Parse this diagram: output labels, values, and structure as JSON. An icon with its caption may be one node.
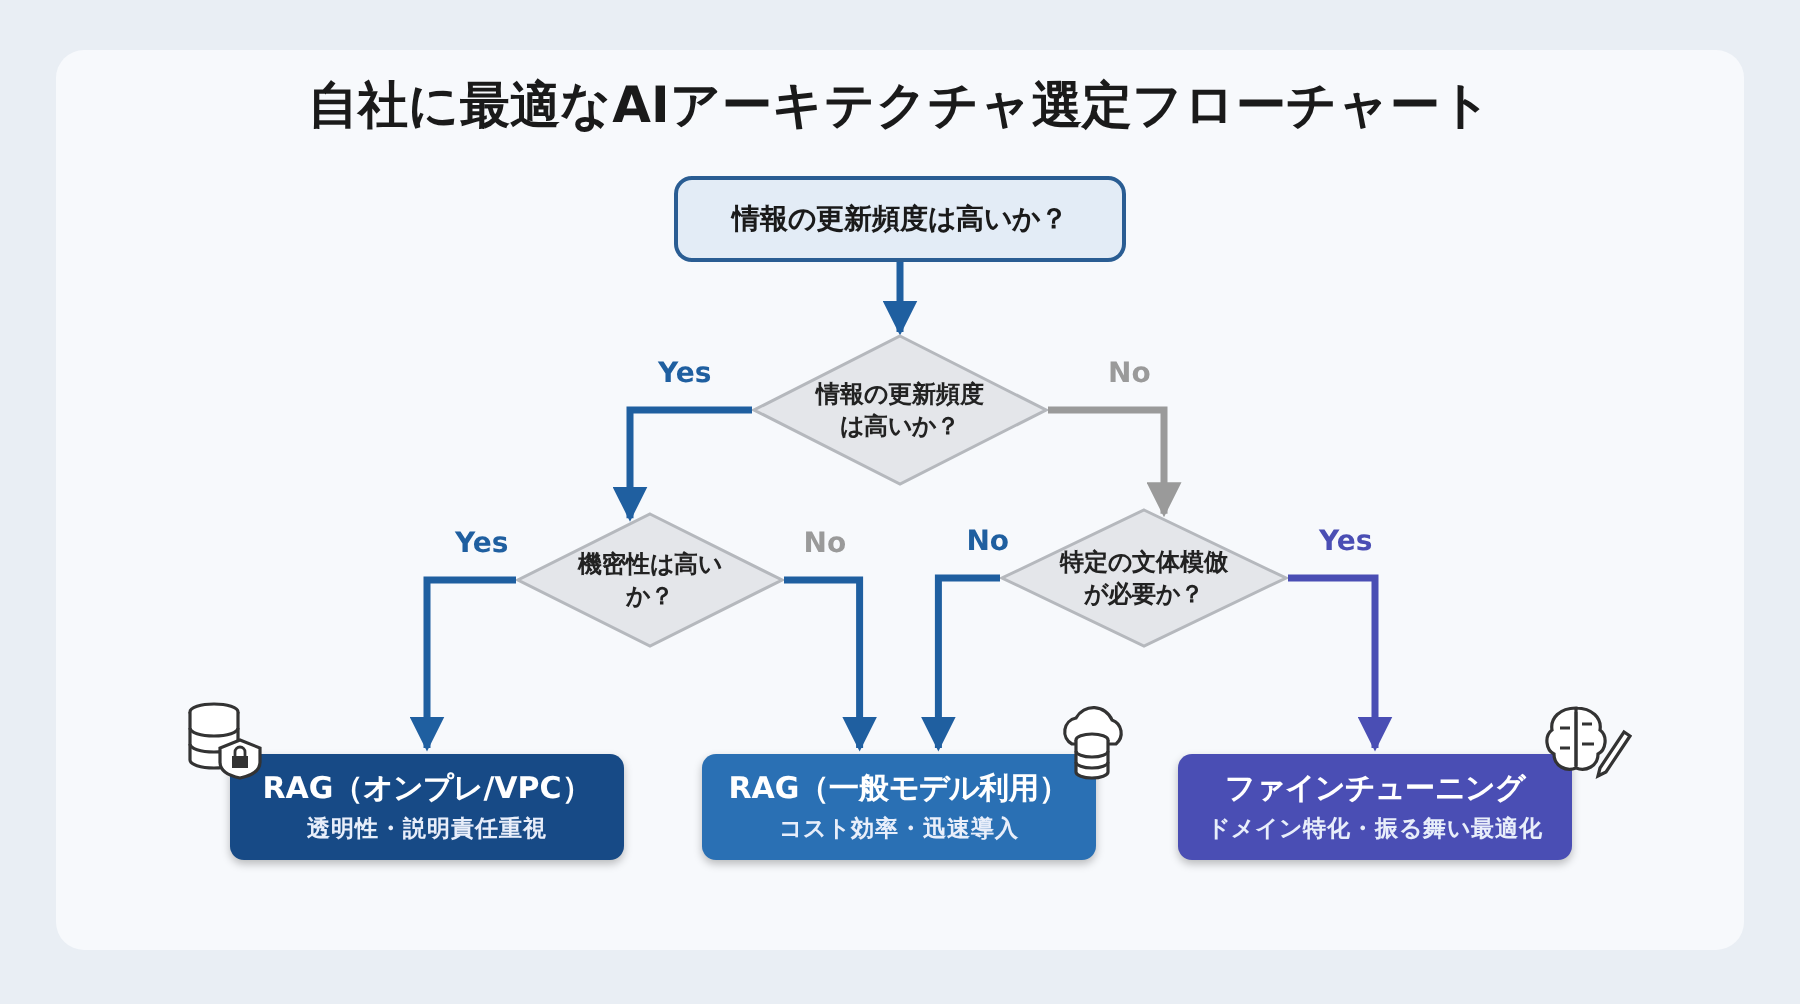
{
  "diagram": {
    "title": "自社に最適なAIアーキテクチャ選定フローチャート",
    "nodes": [
      {
        "text": [
          "情報の更新頻度は高いか？"
        ]
      },
      {
        "text": [
          "情報の更新頻度は高いか？"
        ]
      },
      {
        "text": [
          "機密性は高いか？"
        ]
      },
      {
        "text": [
          "特定の文体模倣が必要か？"
        ]
      },
      {
        "text": [
          "RAG（オンプレ/VPC）",
          "透明性・説明責任重視"
        ]
      },
      {
        "text": [
          "RAG（一般モデル利用）",
          "コスト効率・迅速導入"
        ]
      },
      {
        "text": [
          "ファインチューニング",
          "ドメイン特化・振る舞い最適化"
        ]
      }
    ],
    "edges": [
      {
        "from": 0,
        "to": 1,
        "arrow": "to"
      },
      {
        "from": 1,
        "to": 2,
        "arrow": "to",
        "label": "Yes"
      },
      {
        "from": 1,
        "to": 3,
        "arrow": "to",
        "label": "No",
        "color": "#9a9a9a"
      },
      {
        "from": 2,
        "to": 4,
        "arrow": "to",
        "label": "Yes"
      },
      {
        "from": 2,
        "to": 5,
        "arrow": "to",
        "label": "No"
      },
      {
        "from": 3,
        "to": 5,
        "arrow": "to",
        "label": "No"
      },
      {
        "from": 3,
        "to": 6,
        "arrow": "to",
        "label": "Yes",
        "color": "#4a4eb4"
      }
    ]
  }
}
